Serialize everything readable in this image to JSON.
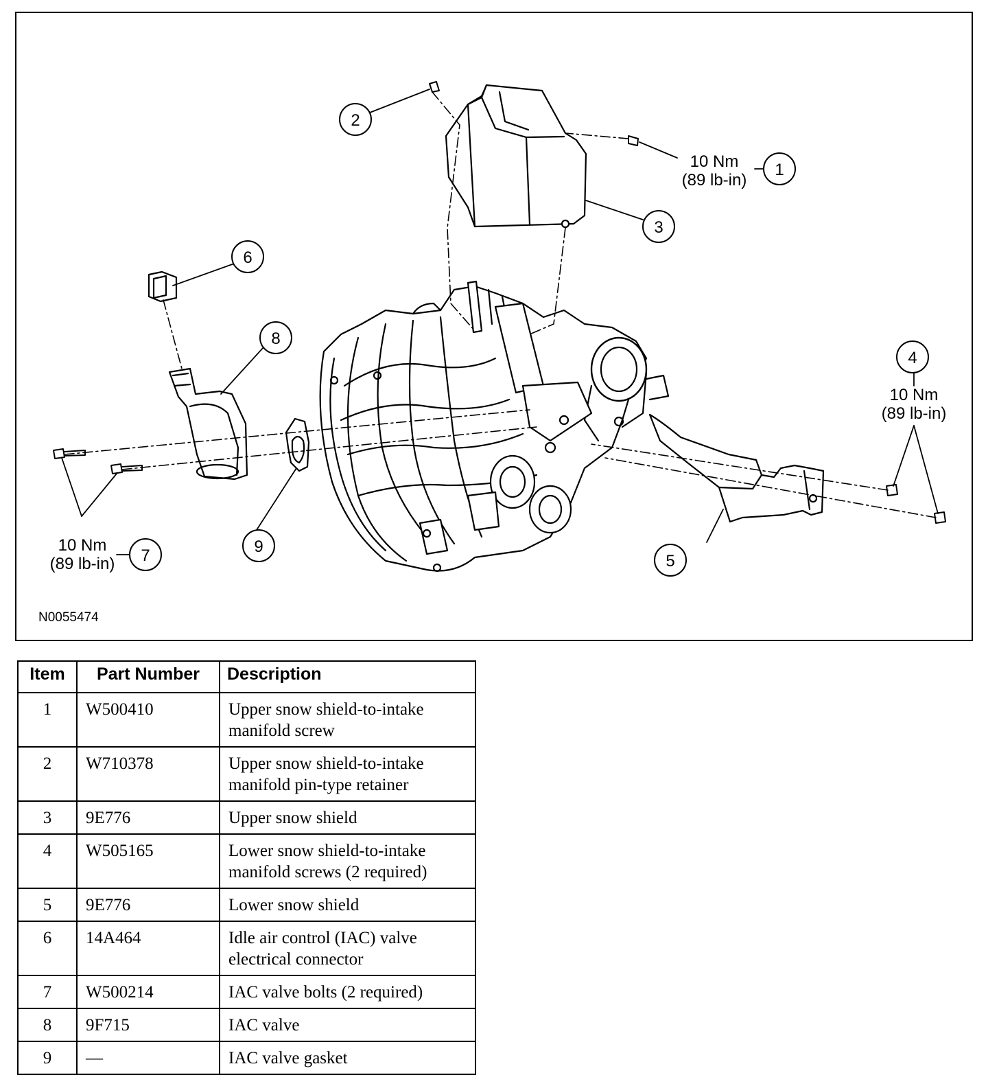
{
  "diagram": {
    "figure_id": "N0055474",
    "callouts": [
      {
        "number": "1",
        "torque_line1": "10 Nm",
        "torque_line2": "(89 lb-in)"
      },
      {
        "number": "2"
      },
      {
        "number": "3"
      },
      {
        "number": "4",
        "torque_line1": "10 Nm",
        "torque_line2": "(89 lb-in)"
      },
      {
        "number": "5"
      },
      {
        "number": "6"
      },
      {
        "number": "7",
        "torque_line1": "10 Nm",
        "torque_line2": "(89 lb-in)"
      },
      {
        "number": "8"
      },
      {
        "number": "9"
      }
    ]
  },
  "table": {
    "headers": {
      "item": "Item",
      "part_number": "Part Number",
      "description": "Description"
    },
    "rows": [
      {
        "item": "1",
        "part_number": "W500410",
        "description": "Upper snow shield-to-intake manifold screw"
      },
      {
        "item": "2",
        "part_number": "W710378",
        "description": "Upper snow shield-to-intake manifold pin-type retainer"
      },
      {
        "item": "3",
        "part_number": "9E776",
        "description": "Upper snow shield"
      },
      {
        "item": "4",
        "part_number": "W505165",
        "description": "Lower snow shield-to-intake manifold screws (2 required)"
      },
      {
        "item": "5",
        "part_number": "9E776",
        "description": "Lower snow shield"
      },
      {
        "item": "6",
        "part_number": "14A464",
        "description": "Idle air control (IAC) valve electrical connector"
      },
      {
        "item": "7",
        "part_number": "W500214",
        "description": "IAC valve bolts (2 required)"
      },
      {
        "item": "8",
        "part_number": "9F715",
        "description": "IAC valve"
      },
      {
        "item": "9",
        "part_number": "—",
        "description": "IAC valve gasket"
      }
    ]
  }
}
